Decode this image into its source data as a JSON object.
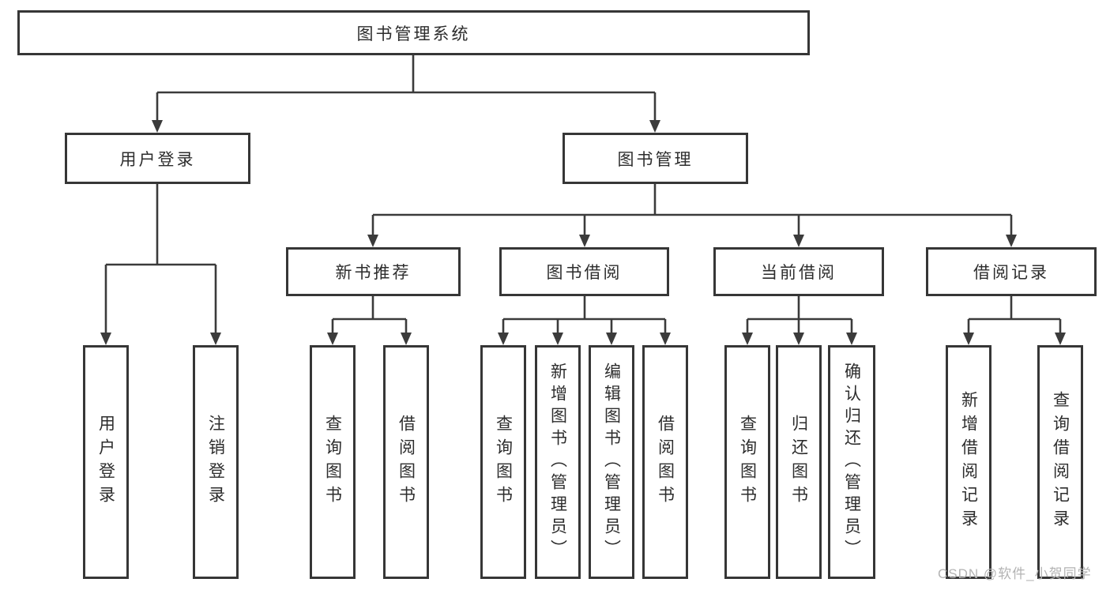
{
  "diagram": {
    "type": "hierarchy-tree",
    "colors": {
      "background": "#ffffff",
      "line": "#3b3b3b",
      "box_border": "#363636",
      "text": "#2d2d2d",
      "watermark": "#b3b3b3"
    },
    "nodes": {
      "root": {
        "label": "图书管理系统"
      },
      "user_login": {
        "label": "用户登录"
      },
      "book_mgmt": {
        "label": "图书管理"
      },
      "new_book": {
        "label": "新书推荐"
      },
      "book_borrow": {
        "label": "图书借阅"
      },
      "cur_borrow": {
        "label": "当前借阅"
      },
      "borrow_rec": {
        "label": "借阅记录"
      },
      "l_login": {
        "label": "用户登录"
      },
      "l_logout": {
        "label": "注销登录"
      },
      "l_nb_query": {
        "label": "查询图书"
      },
      "l_nb_borrow": {
        "label": "借阅图书"
      },
      "l_bb_query": {
        "label": "查询图书"
      },
      "l_bb_add": {
        "label": "新增图书（管理员）"
      },
      "l_bb_edit": {
        "label": "编辑图书（管理员）"
      },
      "l_bb_borrow": {
        "label": "借阅图书"
      },
      "l_cb_query": {
        "label": "查询图书"
      },
      "l_cb_return": {
        "label": "归还图书"
      },
      "l_cb_confirm": {
        "label": "确认归还（管理员）"
      },
      "l_br_add": {
        "label": "新增借阅记录"
      },
      "l_br_query": {
        "label": "查询借阅记录"
      }
    },
    "hierarchy": {
      "图书管理系统": {
        "用户登录": [
          "用户登录",
          "注销登录"
        ],
        "图书管理": {
          "新书推荐": [
            "查询图书",
            "借阅图书"
          ],
          "图书借阅": [
            "查询图书",
            "新增图书（管理员）",
            "编辑图书（管理员）",
            "借阅图书"
          ],
          "当前借阅": [
            "查询图书",
            "归还图书",
            "确认归还（管理员）"
          ],
          "借阅记录": [
            "新增借阅记录",
            "查询借阅记录"
          ]
        }
      }
    },
    "watermark": {
      "text": "CSDN @软件_小贺同学"
    }
  }
}
